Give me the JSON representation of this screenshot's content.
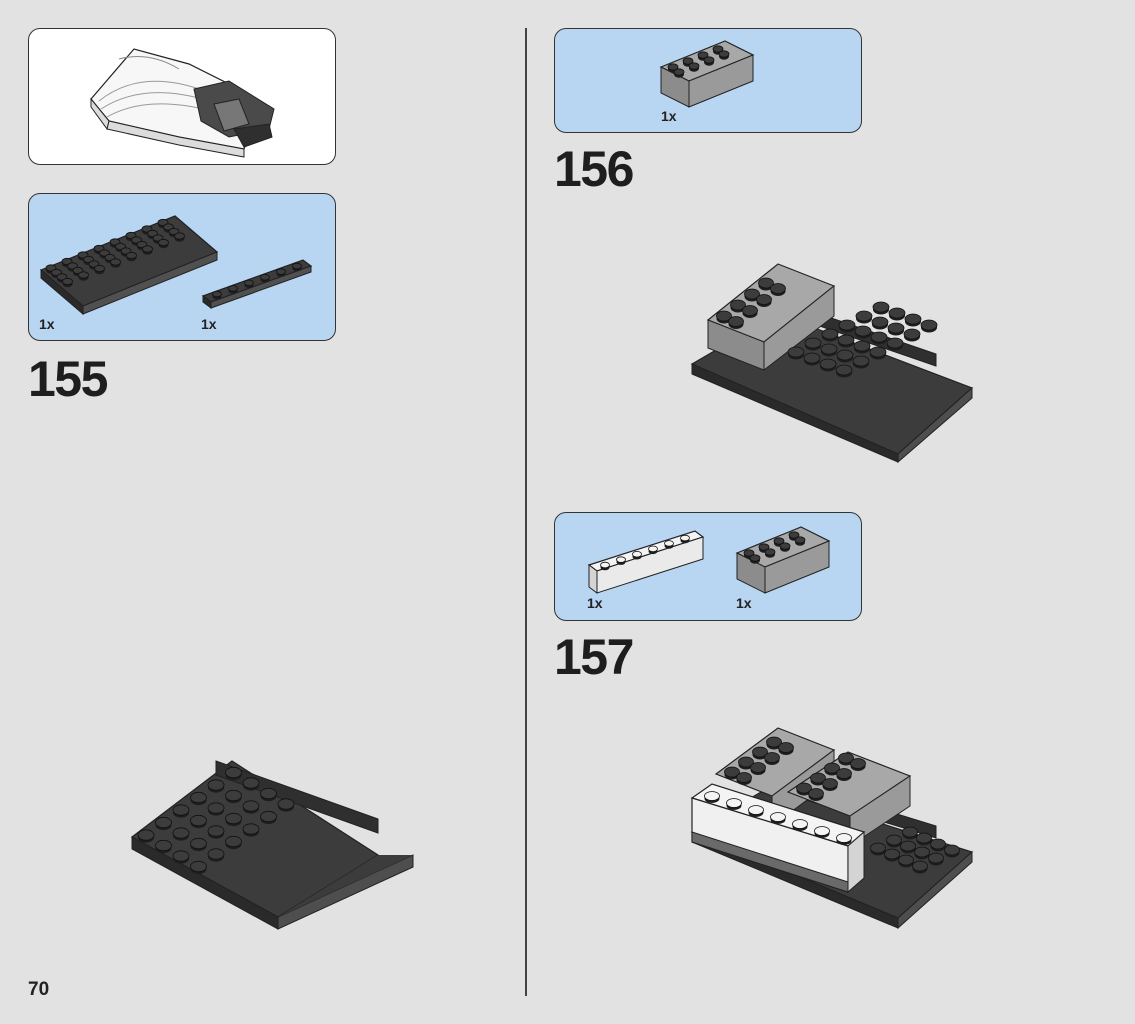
{
  "page": {
    "number": "70"
  },
  "steps": [
    {
      "number": "155",
      "parts": [
        {
          "name": "dark-gray-plate-4x8",
          "qty": "1x"
        },
        {
          "name": "dark-gray-plate-1x6",
          "qty": "1x"
        }
      ]
    },
    {
      "number": "156",
      "parts": [
        {
          "name": "light-gray-brick-2x4",
          "qty": "1x"
        }
      ]
    },
    {
      "number": "157",
      "parts": [
        {
          "name": "white-brick-1x6",
          "qty": "1x"
        },
        {
          "name": "light-gray-brick-2x4",
          "qty": "1x"
        }
      ]
    }
  ],
  "colors": {
    "background": "#e2e2e2",
    "callout_blue": "#b8d6f2",
    "dark_gray": "#3c3c3c",
    "light_gray": "#9a9a9a",
    "white_brick": "#f4f4f4"
  }
}
